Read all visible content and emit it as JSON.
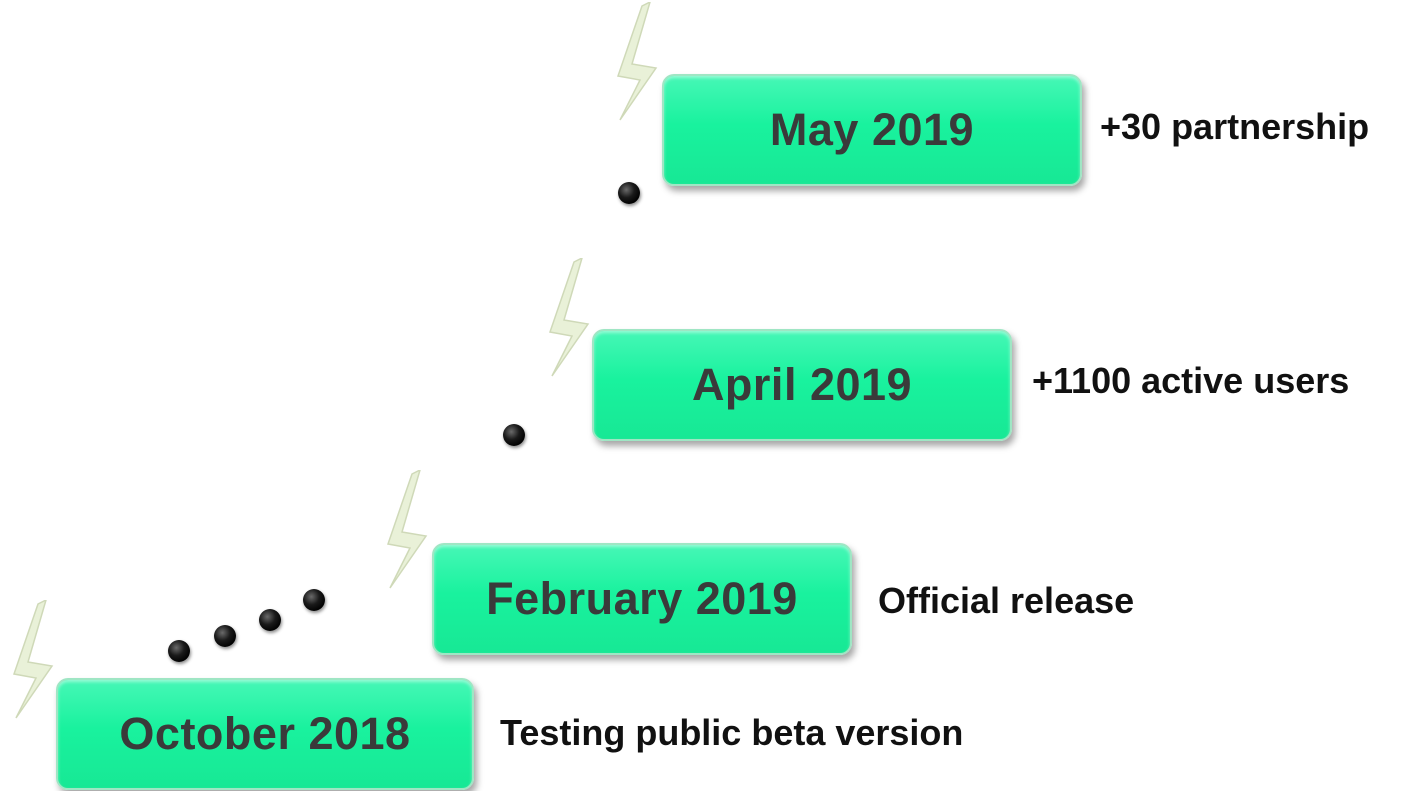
{
  "milestones": [
    {
      "date": "October 2018",
      "description": "Testing public beta version"
    },
    {
      "date": "February 2019",
      "description": "Official release"
    },
    {
      "date": "April 2019",
      "description": "+1100 active users"
    },
    {
      "date": "May 2019",
      "description": "+30 partnership"
    }
  ],
  "colors": {
    "box_fill": "#19f29e",
    "box_text": "#3a3a3a",
    "description_text": "#111111",
    "bolt_fill": "#e9f1d8",
    "dot": "#000000"
  },
  "icons": {
    "bolt": "lightning-bolt-icon",
    "dot": "bullet-dot"
  }
}
